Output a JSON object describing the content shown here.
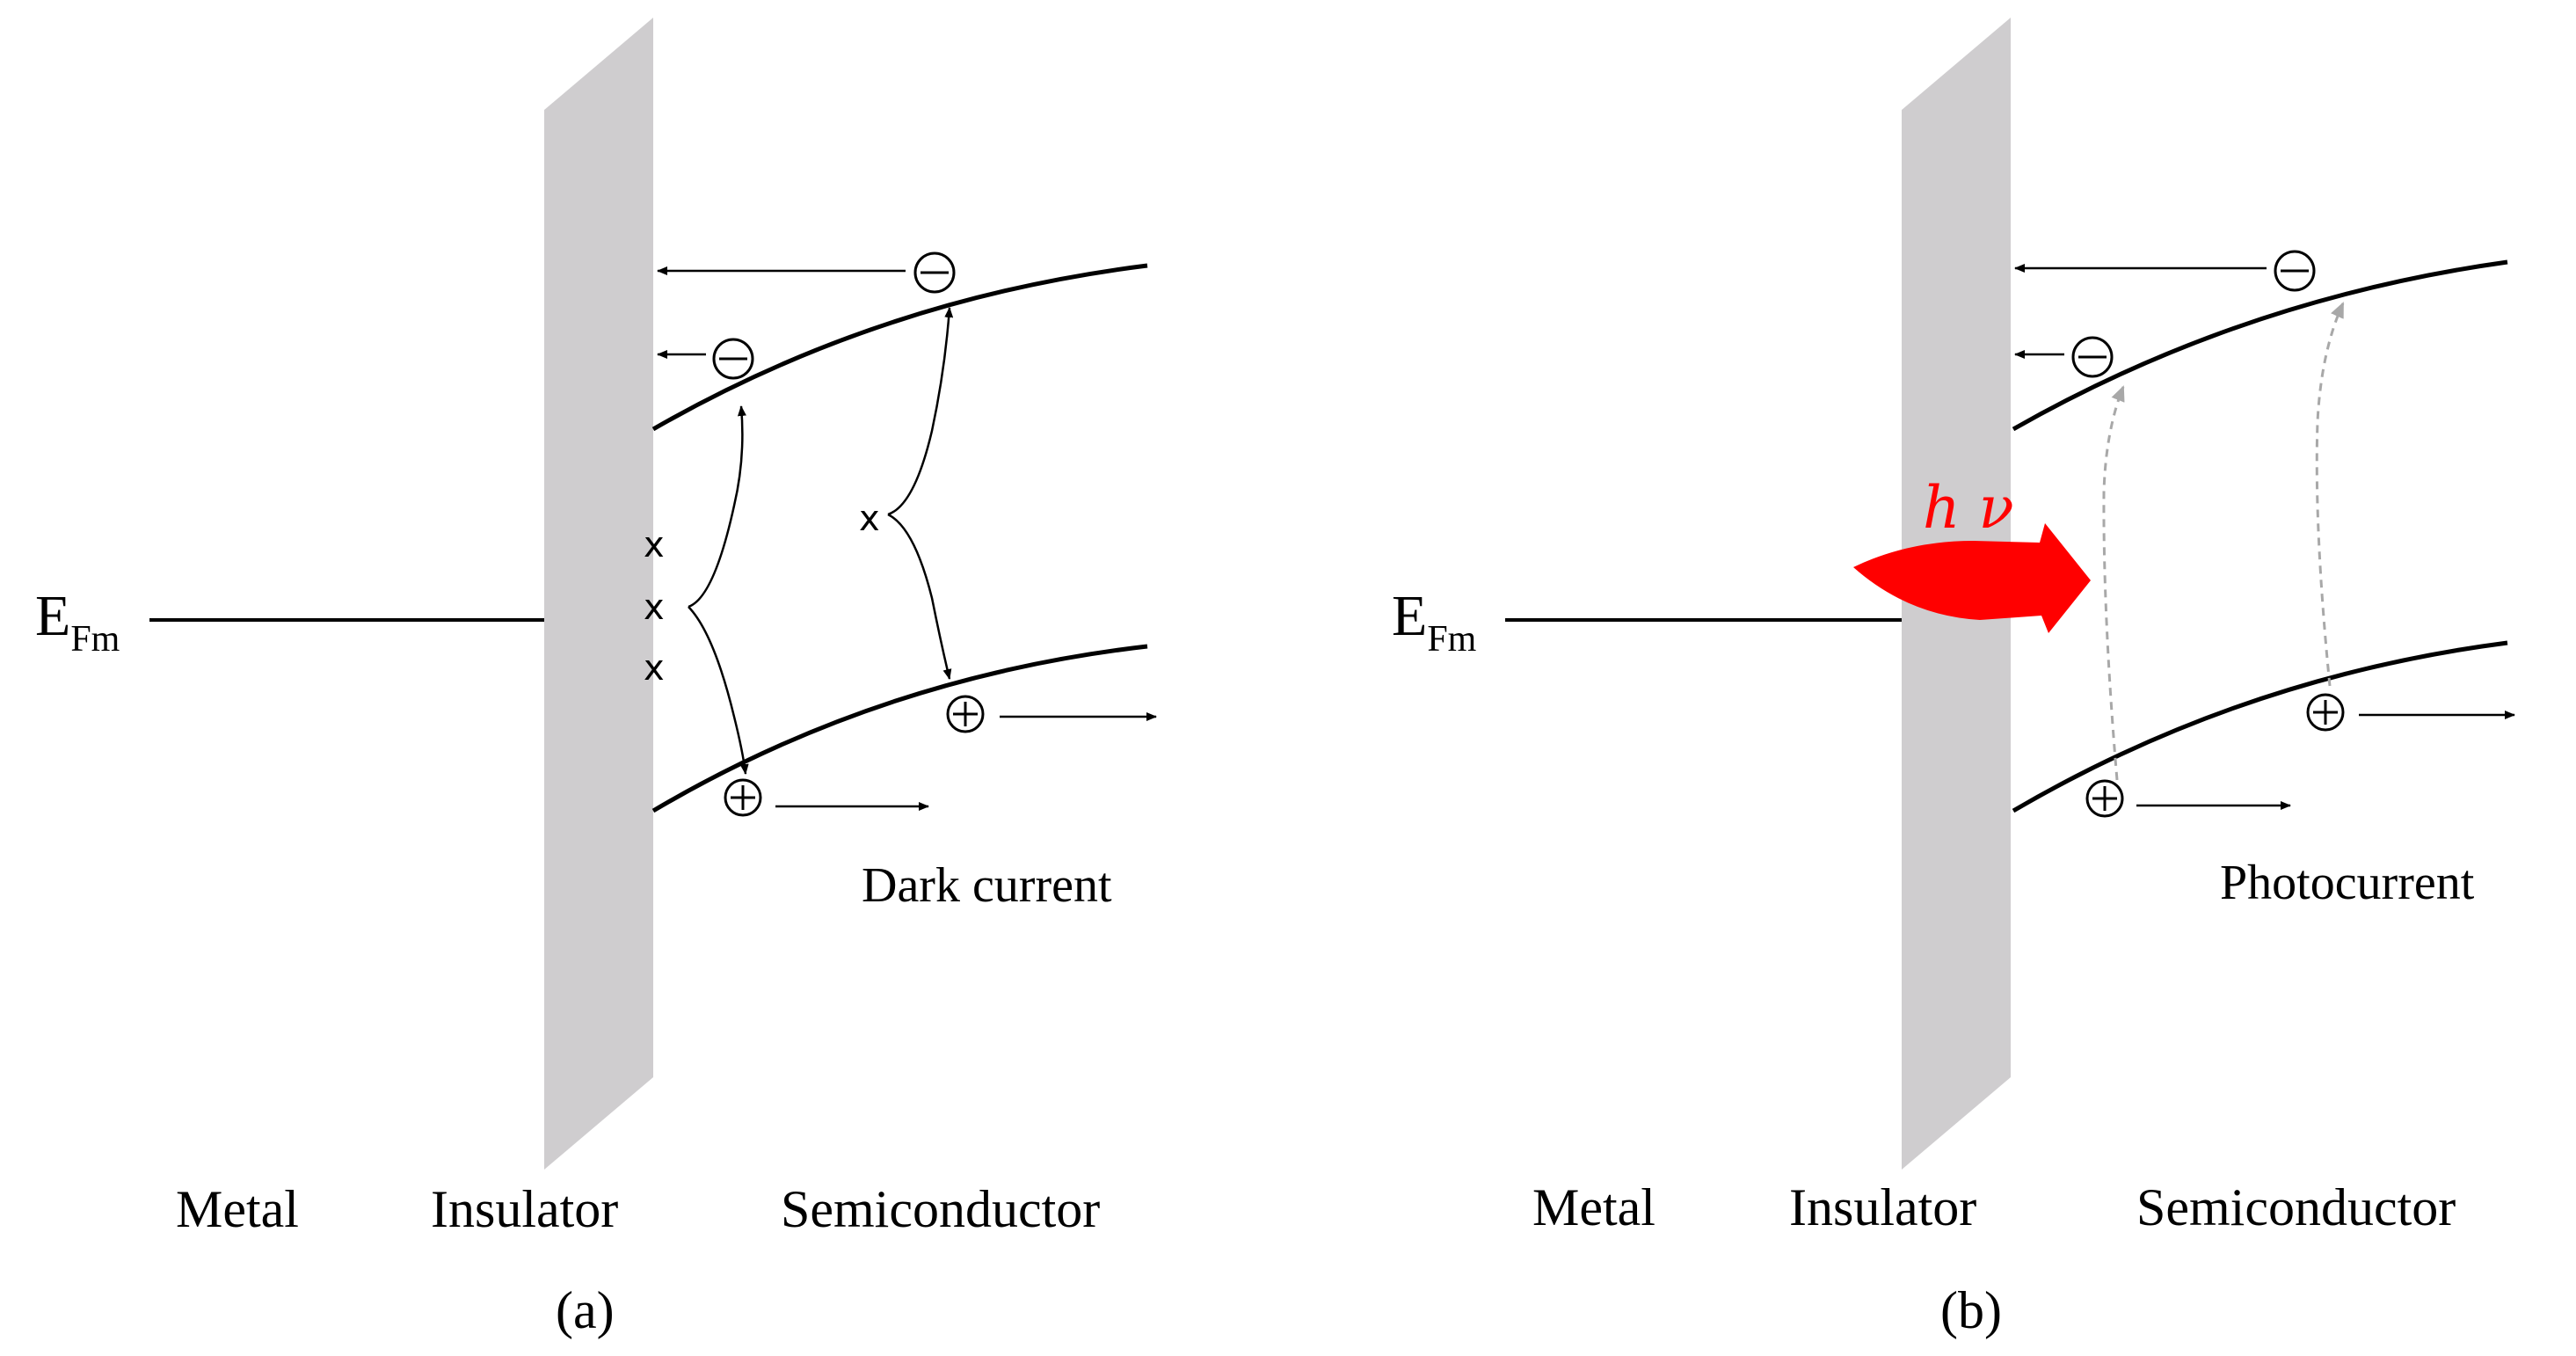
{
  "panel_a": {
    "fermi_label_main": "E",
    "fermi_label_sub": "Fm",
    "region_metal": "Metal",
    "region_insulator": "Insulator",
    "region_semiconductor": "Semiconductor",
    "current_label": "Dark current",
    "caption": "(a)",
    "trap_marks": [
      "x",
      "x",
      "x",
      "x"
    ]
  },
  "panel_b": {
    "fermi_label_main": "E",
    "fermi_label_sub": "Fm",
    "region_metal": "Metal",
    "region_insulator": "Insulator",
    "region_semiconductor": "Semiconductor",
    "current_label": "Photocurrent",
    "caption": "(b)",
    "photon_label": "h ν"
  },
  "colors": {
    "insulator_fill": "#cfcdcf",
    "photon_arrow": "#ff0000",
    "excitation_arrow": "#a8a8a8",
    "line": "#000000"
  },
  "icons": {
    "electron": "circled-minus-icon",
    "hole": "circled-plus-icon",
    "photon": "curved-red-arrow-icon"
  }
}
